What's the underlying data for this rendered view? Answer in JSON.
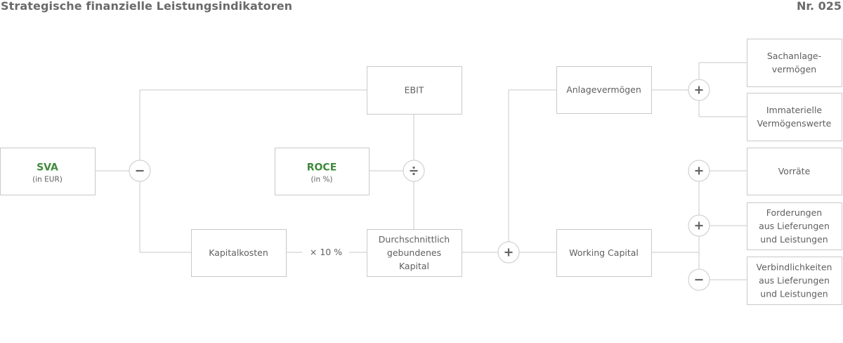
{
  "header": {
    "title": "Strategische finanzielle Leistungsindikatoren",
    "number": "Nr. 025"
  },
  "colors": {
    "line": "#c9c9c9",
    "box_border": "#c9c9c9",
    "text": "#5f5f5f",
    "accent": "#3f8a3c",
    "operator_icon": "#666666"
  },
  "boxes": {
    "sva": {
      "label": "SVA",
      "sub": "(in EUR)"
    },
    "ebit": {
      "lines": [
        "EBIT"
      ]
    },
    "roce": {
      "label": "ROCE",
      "sub": "(in %)"
    },
    "kapitalkosten": {
      "lines": [
        "Kapitalkosten"
      ]
    },
    "durchschnittlich": {
      "lines": [
        "Durchschnittlich",
        "gebundenes",
        "Kapital"
      ]
    },
    "anlagevermoegen": {
      "lines": [
        "Anlagevermögen"
      ]
    },
    "working_capital": {
      "lines": [
        "Working Capital"
      ]
    },
    "sachanlage": {
      "lines": [
        "Sachanlage-",
        "vermögen"
      ]
    },
    "immaterielle": {
      "lines": [
        "Immaterielle",
        "Vermögenswerte"
      ]
    },
    "vorraete": {
      "lines": [
        "Vorräte"
      ]
    },
    "forderungen": {
      "lines": [
        "Forderungen",
        "aus Lieferungen",
        "und Leistungen"
      ]
    },
    "verbindlichkeiten": {
      "lines": [
        "Verbindlichkeiten",
        "aus Lieferungen",
        "und Leistungen"
      ]
    }
  },
  "operators": {
    "sva_minus": {
      "symbol": "minus",
      "icon": "minus-icon"
    },
    "roce_divide": {
      "symbol": "divide",
      "icon": "divide-icon"
    },
    "capital_plus": {
      "symbol": "plus",
      "icon": "plus-icon"
    },
    "anlage_plus": {
      "symbol": "plus",
      "icon": "plus-icon"
    },
    "vorraete_plus": {
      "symbol": "plus",
      "icon": "plus-icon"
    },
    "forderungen_plus": {
      "symbol": "plus",
      "icon": "plus-icon"
    },
    "verbindlichkeiten_minus": {
      "symbol": "minus",
      "icon": "minus-icon"
    }
  },
  "connector_labels": {
    "multiplier": "× 10 %"
  }
}
